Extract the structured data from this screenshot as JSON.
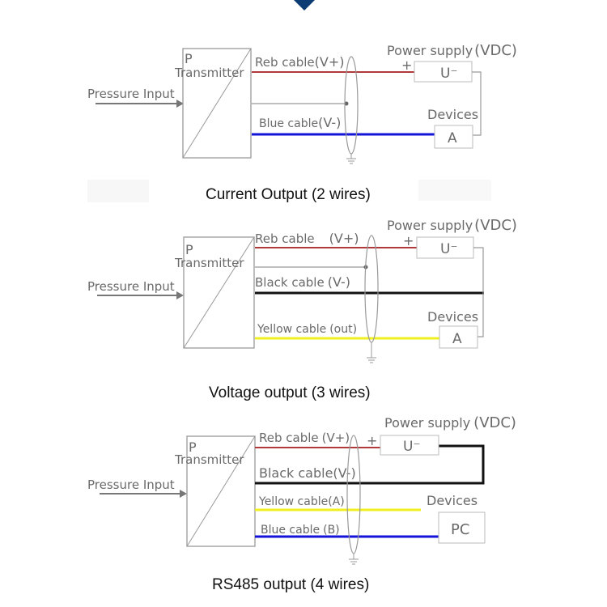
{
  "header": {
    "marker_color": "#0d3b73",
    "marker_icon": "triangle-down"
  },
  "colors": {
    "red": "#b03a3a",
    "blue": "#1414d8",
    "black": "#111111",
    "yellow": "#f0f020",
    "grey": "#8a8a8a"
  },
  "diagrams": [
    {
      "title": "Current Output (2 wires)",
      "input_label": "Pressure Input",
      "transmitter": {
        "letter": "P",
        "label": "Transmitter"
      },
      "power_supply": {
        "label": "Power supply",
        "unit": "(VDC)",
        "plus": "+",
        "symbol": "U⁻"
      },
      "device": {
        "label": "Devices",
        "symbol": "A"
      },
      "cables": [
        {
          "label": "Reb cable",
          "suffix": "(V+)",
          "color": "red"
        },
        {
          "label": "Blue cable",
          "suffix": "(V-)",
          "color": "blue"
        }
      ]
    },
    {
      "title": "Voltage output (3 wires)",
      "input_label": "Pressure Input",
      "transmitter": {
        "letter": "P",
        "label": "Transmitter"
      },
      "power_supply": {
        "label": "Power supply",
        "unit": "(VDC)",
        "plus": "+",
        "symbol": "U⁻"
      },
      "device": {
        "label": "Devices",
        "symbol": "A"
      },
      "cables": [
        {
          "label": "Reb cable",
          "suffix": "(V+)",
          "color": "red"
        },
        {
          "label": "Black cable",
          "suffix": "(V-)",
          "color": "black"
        },
        {
          "label": "Yellow cable",
          "suffix": "(out)",
          "color": "yellow"
        }
      ]
    },
    {
      "title": "RS485 output (4 wires)",
      "input_label": "Pressure Input",
      "transmitter": {
        "letter": "P",
        "label": "Transmitter"
      },
      "power_supply": {
        "label": "Power supply",
        "unit": "(VDC)",
        "plus": "+",
        "symbol": "U⁻"
      },
      "device": {
        "label": "Devices",
        "symbol": "PC"
      },
      "cables": [
        {
          "label": "Reb cable",
          "suffix": "(V+)",
          "color": "red"
        },
        {
          "label": "Black cable",
          "suffix": "(V-)",
          "color": "black"
        },
        {
          "label": "Yellow cable",
          "suffix": "(A)",
          "color": "yellow"
        },
        {
          "label": "Blue cable",
          "suffix": "(B)",
          "color": "blue"
        }
      ]
    }
  ]
}
